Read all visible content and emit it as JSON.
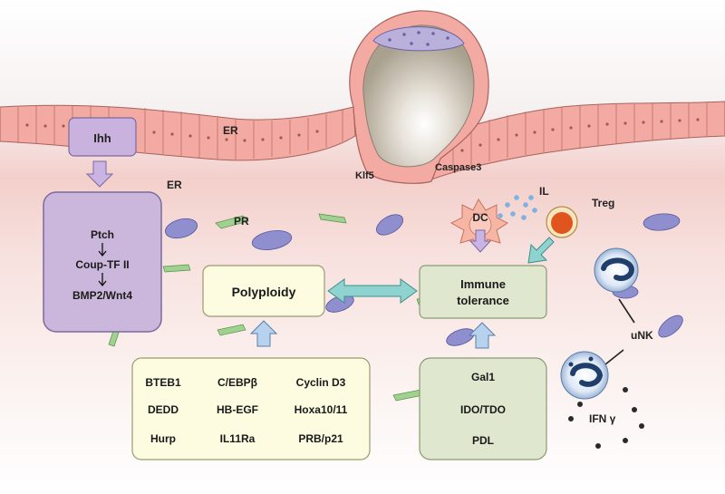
{
  "labels": {
    "ihh": "Ihh",
    "er_top": "ER",
    "er_left": "ER",
    "pr": "PR",
    "klf5": "Klf5",
    "caspase3": "Caspase3",
    "il": "IL",
    "treg": "Treg",
    "dc": "DC",
    "unk": "uNK",
    "ifng": "IFN γ"
  },
  "ihh_pathway": {
    "items": [
      "Ptch",
      "Coup-TF II",
      "BMP2/Wnt4"
    ]
  },
  "polyploidy": {
    "title": "Polyploidy"
  },
  "immune": {
    "title_line1": "Immune",
    "title_line2": "tolerance"
  },
  "polyploidy_factors": {
    "rows": [
      [
        "BTEB1",
        "C/EBPβ",
        "Cyclin D3"
      ],
      [
        "DEDD",
        "HB-EGF",
        "Hoxa10/11"
      ],
      [
        "Hurp",
        "IL11Ra",
        "PRB/p21"
      ]
    ]
  },
  "immune_factors": {
    "items": [
      "Gal1",
      "IDO/TDO",
      "PDL"
    ]
  },
  "colors": {
    "epithelium": "#f0a8a0",
    "stroma_top": "#f2c9c4",
    "ihh_box": "#cbb7dc",
    "yellow_box": "#fdfbe0",
    "green_box": "#dfe8cf",
    "arrow_purple": "#c9b4e4",
    "arrow_blue": "#b7d2ef",
    "arrow_teal": "#8ed3d0",
    "treg": "#e0541d",
    "unk": "#3a6aa8"
  }
}
